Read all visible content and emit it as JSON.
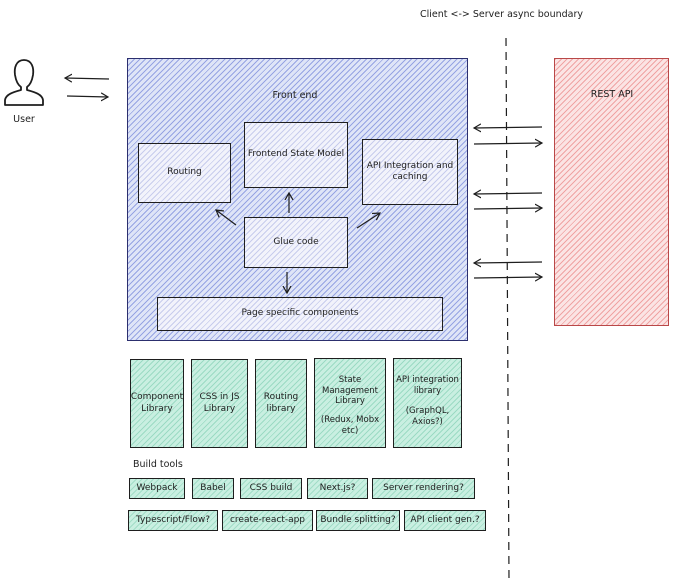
{
  "boundary_label": "Client <-> Server async boundary",
  "user_label": "User",
  "frontend": {
    "title": "Front end",
    "routing": "Routing",
    "state_model": "Frontend State Model",
    "api_integration": "API Integration and caching",
    "glue": "Glue code",
    "page_components": "Page specific components"
  },
  "rest_api": "REST API",
  "libraries": [
    {
      "title": "Component Library",
      "sub": ""
    },
    {
      "title": "CSS in JS Library",
      "sub": ""
    },
    {
      "title": "Routing library",
      "sub": ""
    },
    {
      "title": "State Management Library",
      "sub": "(Redux, Mobx etc)"
    },
    {
      "title": "API integration library",
      "sub": "(GraphQL, Axios?)"
    }
  ],
  "build_tools_label": "Build tools",
  "build_tools_row1": [
    "Webpack",
    "Babel",
    "CSS build",
    "Next.js?",
    "Server rendering?"
  ],
  "build_tools_row2": [
    "Typescript/Flow?",
    "create-react-app",
    "Bundle splitting?",
    "API client gen.?"
  ],
  "colors": {
    "frontend_fill": "#dfe5f7",
    "frontend_stroke": "#2c2f6e",
    "rest_fill": "#fbe4e4",
    "rest_stroke": "#b94848",
    "library_fill": "#c9efe1"
  }
}
